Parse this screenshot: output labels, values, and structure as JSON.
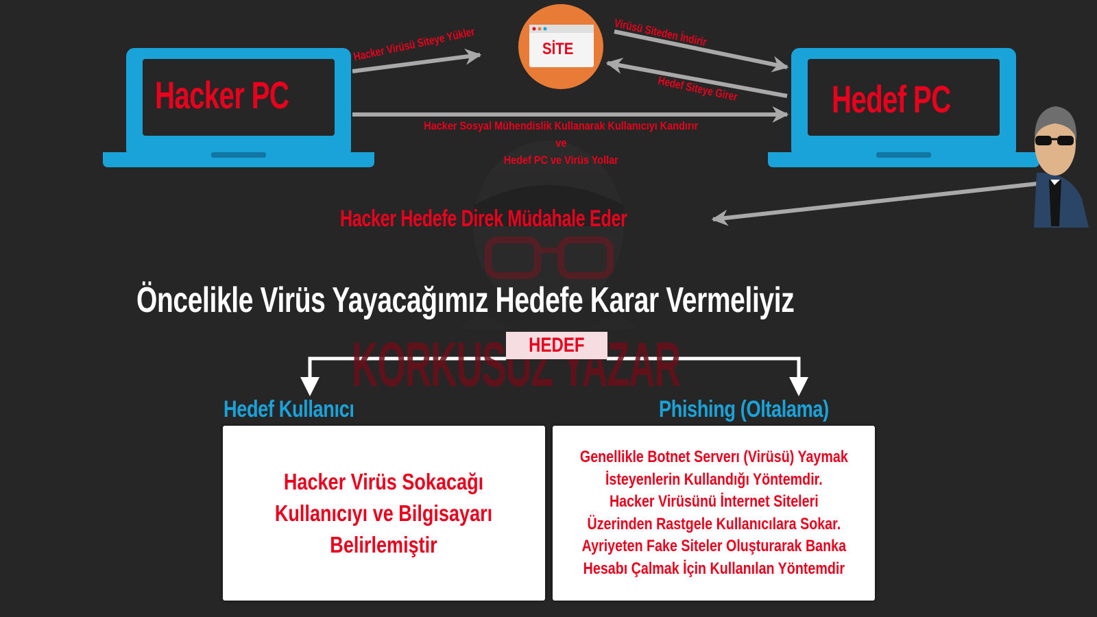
{
  "diagram": {
    "hacker_pc_label": "Hacker PC",
    "target_pc_label": "Hedef PC",
    "site_label": "SİTE",
    "arrow_upload": "Hacker Virüsü Siteye Yükler",
    "arrow_download": "Virüsü Siteden İndirir",
    "arrow_visit": "Hedef Siteye Girer",
    "social_line1": "Hacker Sosyal Mühendislik Kullanarak Kullanıcıyı Kandırır",
    "social_line2": "ve",
    "social_line3": "Hedef PC ve Virüs Yollar",
    "direct_label": "Hacker Hedefe Direk Müdahale Eder"
  },
  "headline": "Öncelikle Virüs Yayacağımız Hedefe Karar Vermeliyiz",
  "watermark": "KORKUSUZ YAZAR",
  "hedef_label": "HEDEF",
  "branches": {
    "left": {
      "title": "Hedef Kullanıcı",
      "lines": [
        "Hacker Virüs Sokacağı",
        "Kullanıcıyı ve Bilgisayarı",
        "Belirlemiştir"
      ]
    },
    "right": {
      "title": "Phishing (Oltalama)",
      "lines": [
        "Genellikle Botnet Serverı (Virüsü) Yaymak",
        "İsteyenlerin Kullandığı Yöntemdir.",
        "Hacker Virüsünü İnternet Siteleri",
        "Üzerinden Rastgele Kullanıcılara Sokar.",
        "Ayriyeten Fake Siteler Oluşturarak Banka",
        "Hesabı Çalmak İçin Kullanılan Yöntemdir"
      ]
    }
  },
  "colors": {
    "background": "#262626",
    "accent_red": "#e8001c",
    "laptop_blue": "#1aa3d9",
    "site_orange": "#e87b36",
    "arrow_gray": "#a9a9a9"
  }
}
